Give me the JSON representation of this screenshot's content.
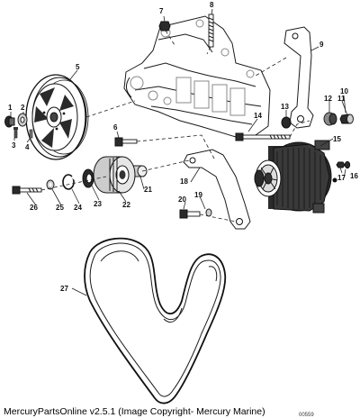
{
  "diagram": {
    "callouts": [
      "1",
      "2",
      "3",
      "4",
      "5",
      "6",
      "7",
      "8",
      "9",
      "10",
      "11",
      "12",
      "13",
      "14",
      "15",
      "16",
      "17",
      "18",
      "19",
      "20",
      "21",
      "22",
      "23",
      "24",
      "25",
      "26",
      "27"
    ],
    "footer": "MercuryPartsOnline v2.5.1 (Image Copyright- Mercury Marine)",
    "figure_number": "00559"
  }
}
